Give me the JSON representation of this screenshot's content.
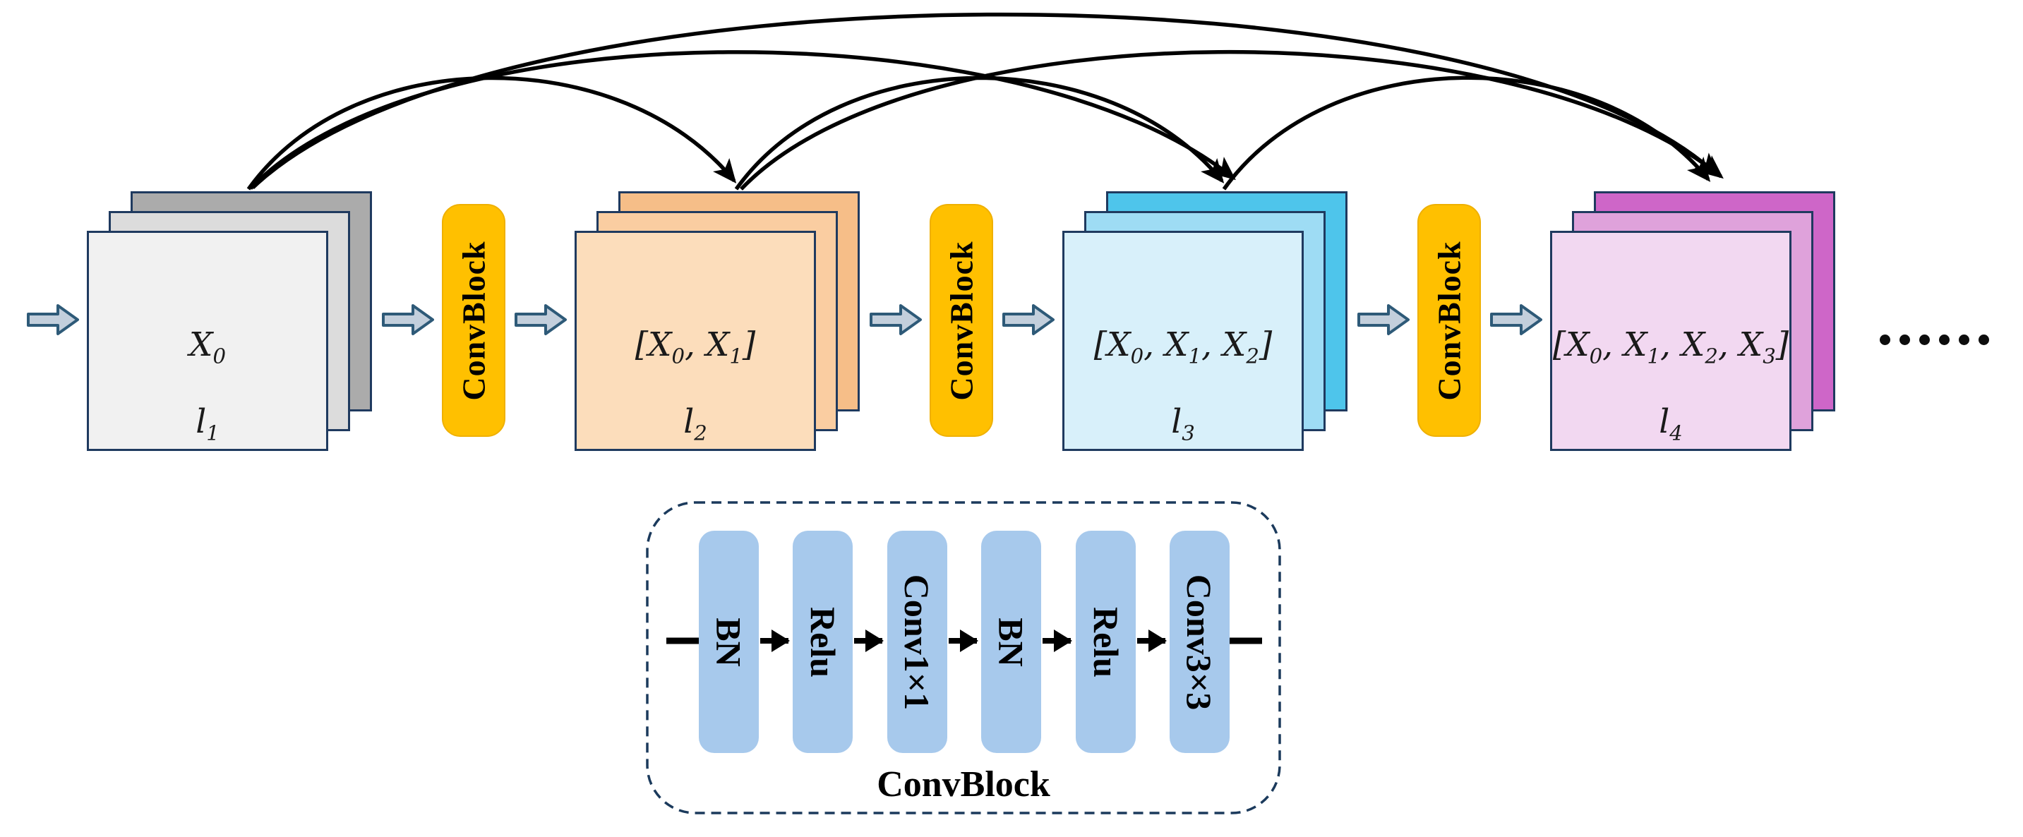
{
  "figure": {
    "stages": [
      {
        "x_label": "X_0",
        "layer_label": "l_1",
        "palette": {
          "front": "#F1F1F1",
          "mid": "#DCDCDC",
          "back": "#ABABAB"
        }
      },
      {
        "x_label": "[X_0, X_1]",
        "layer_label": "l_2",
        "palette": {
          "front": "#FCDDBB",
          "mid": "#FACDA1",
          "back": "#F6BE88"
        }
      },
      {
        "x_label": "[X_0, X_1, X_2]",
        "layer_label": "l_3",
        "palette": {
          "front": "#D8F0FA",
          "mid": "#9EDCF4",
          "back": "#4EC5EB"
        }
      },
      {
        "x_label": "[X_0, X_1, X_2, X_3]",
        "layer_label": "l_4",
        "palette": {
          "front": "#F2D8F1",
          "mid": "#DFA2DB",
          "back": "#CE66C8"
        }
      }
    ],
    "conv_block_label": "ConvBlock",
    "skip_connections": [
      {
        "from": "l_1",
        "to": "l_2"
      },
      {
        "from": "l_1",
        "to": "l_3"
      },
      {
        "from": "l_1",
        "to": "l_4"
      },
      {
        "from": "l_2",
        "to": "l_3"
      },
      {
        "from": "l_2",
        "to": "l_4"
      },
      {
        "from": "l_3",
        "to": "l_4"
      }
    ],
    "ellipsis_dot_count": 6,
    "detail_box": {
      "layers": [
        "BN",
        "Relu",
        "Conv1×1",
        "BN",
        "Relu",
        "Conv3×3"
      ],
      "caption": "ConvBlock"
    },
    "colors": {
      "conv_block_fill": "#FFC000",
      "detail_pill_fill": "#A7C9EC",
      "flow_arrow_fill": "#C3CFDC",
      "flow_arrow_stroke": "#2E5A78",
      "square_border": "#1F3A5F",
      "dashed_border": "#1B3A5C",
      "connector": "#000000"
    }
  }
}
